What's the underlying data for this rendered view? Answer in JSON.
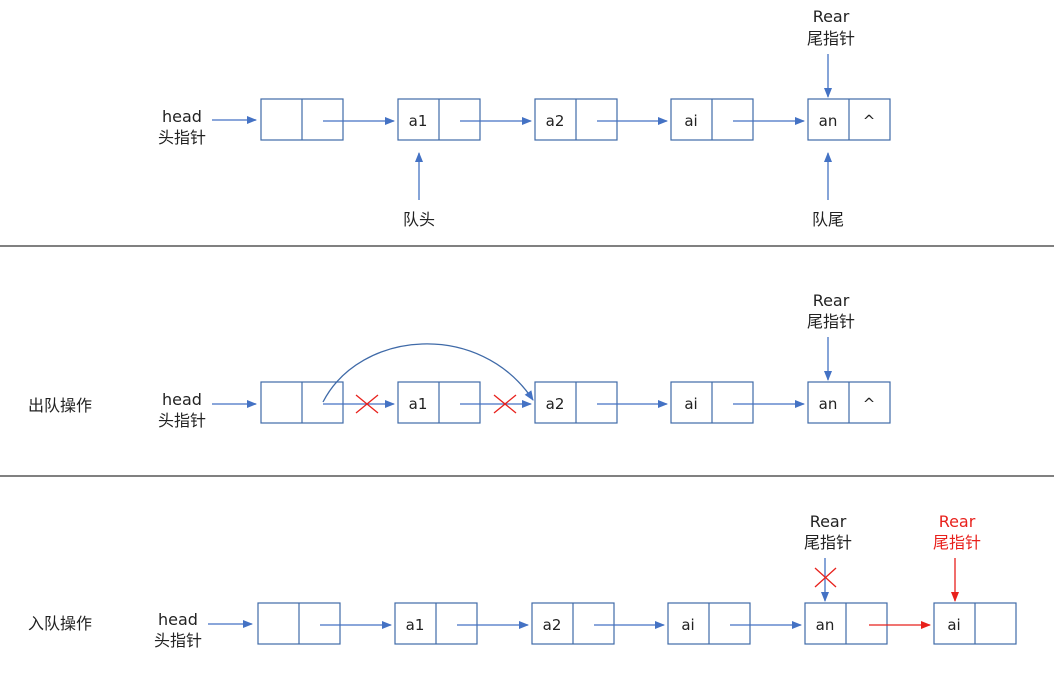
{
  "colors": {
    "node_stroke": "#3f6aa8",
    "arrow": "#4472c4",
    "text": "#222222",
    "highlight": "#e8211c",
    "separator": "#000000"
  },
  "panels": [
    {
      "id": "structure",
      "head_label_1": "head",
      "head_label_2": "头指针",
      "nodes": [
        "",
        "a1",
        "a2",
        "ai",
        "an"
      ],
      "null_symbol": "^",
      "rear_label_1": "Rear",
      "rear_label_2": "尾指针",
      "front_label": "队头",
      "tail_label": "队尾"
    },
    {
      "id": "dequeue",
      "op_label": "出队操作",
      "head_label_1": "head",
      "head_label_2": "头指针",
      "nodes": [
        "",
        "a1",
        "a2",
        "ai",
        "an"
      ],
      "null_symbol": "^",
      "rear_label_1": "Rear",
      "rear_label_2": "尾指针"
    },
    {
      "id": "enqueue",
      "op_label": "入队操作",
      "head_label_1": "head",
      "head_label_2": "头指针",
      "nodes": [
        "",
        "a1",
        "a2",
        "ai",
        "an",
        "ai"
      ],
      "old_rear_label_1": "Rear",
      "old_rear_label_2": "尾指针",
      "new_rear_label_1": "Rear",
      "new_rear_label_2": "尾指针"
    }
  ]
}
